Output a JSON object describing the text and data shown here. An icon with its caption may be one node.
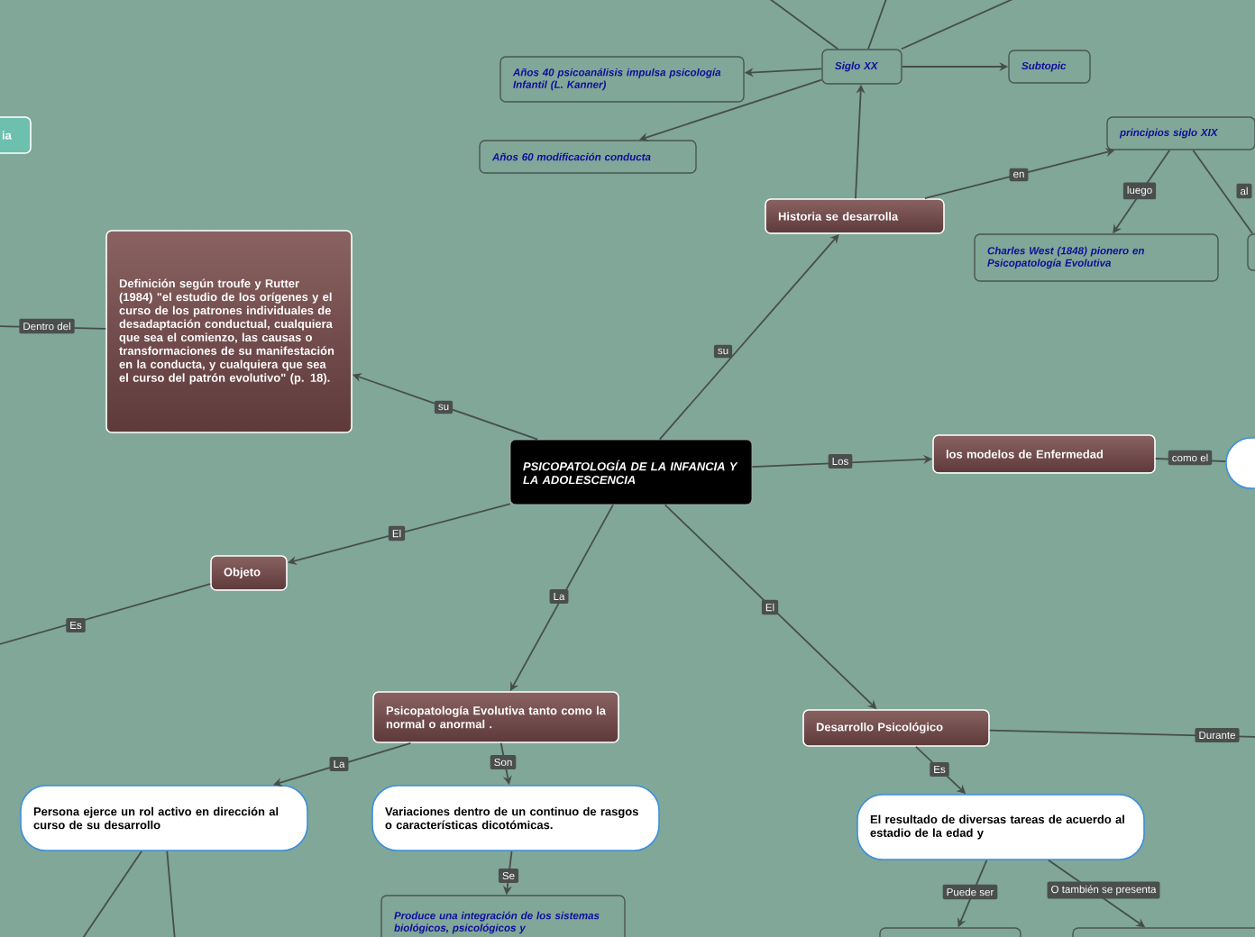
{
  "diagram": {
    "nodes": [
      {
        "text": [
          "PSICOPATOLOGÍA DE LA INFANCIA Y LA ADOLESCENCIA"
        ]
      },
      {
        "text": [
          "Definición según troufe y Rutter (1984)  \"el estudio de los orígenes y el curso de los patrones individuales de desadaptación conductual, cualquiera que sea el comienzo, las causas o transformaciones de su manifestación en la conducta, y cualquiera que sea el curso del patrón evolutivo\" (p. 18)."
        ]
      },
      {
        "text": [
          "Historia se desarrolla"
        ]
      },
      {
        "text": [
          "Siglo XX"
        ]
      },
      {
        "text": [
          "Años 40 psicoanálisis impulsa psicología Infantil (L. Kanner)"
        ]
      },
      {
        "text": [
          "Años 60 modificación conducta"
        ]
      },
      {
        "text": [
          "Subtopic"
        ]
      },
      {
        "text": [
          "principios siglo XIX"
        ]
      },
      {
        "text": [
          "Charles West (1848) pionero en Psicopatología Evolutiva"
        ]
      },
      {
        "text": [],
        "shape": "box"
      },
      {
        "text": [
          "los modelos de Enfermedad"
        ]
      },
      {
        "text": [],
        "shape": "box"
      },
      {
        "text": [
          "Objeto"
        ]
      },
      {
        "text": [
          "Psicopatología Evolutiva tanto como la normal o anormal ."
        ]
      },
      {
        "text": [
          "Persona ejerce un rol activo en dirección al curso de su desarrollo"
        ]
      },
      {
        "text": [
          "Variaciones dentro de un continuo de rasgos o características dicotómicas."
        ]
      },
      {
        "text": [
          "Produce una integración de los sistemas biológicos, psicológicos y"
        ]
      },
      {
        "text": [
          "Desarrollo Psicológico"
        ]
      },
      {
        "text": [
          "El resultado de diversas tareas de acuerdo al estadio de la edad y"
        ]
      },
      {
        "text": [],
        "shape": "box"
      },
      {
        "text": [],
        "shape": "box"
      },
      {
        "text": [
          "ia"
        ]
      }
    ],
    "edges": [
      {
        "from": 0,
        "to": 1,
        "arrow": "to",
        "label": "su"
      },
      {
        "from": 0,
        "to": 2,
        "arrow": "to",
        "label": "su"
      },
      {
        "from": 2,
        "to": 3,
        "arrow": "to"
      },
      {
        "from": 3,
        "to": 4,
        "arrow": "to"
      },
      {
        "from": 3,
        "to": 5,
        "arrow": "to"
      },
      {
        "from": 3,
        "to": 6,
        "arrow": "to"
      },
      {
        "from": 3,
        "to": null,
        "arrow": "none"
      },
      {
        "from": 3,
        "to": null,
        "arrow": "none"
      },
      {
        "from": 3,
        "to": null,
        "arrow": "none"
      },
      {
        "from": 2,
        "to": 7,
        "arrow": "to",
        "label": "en"
      },
      {
        "from": 7,
        "to": 8,
        "arrow": "to",
        "label": "luego"
      },
      {
        "from": 7,
        "to": 9,
        "arrow": "none",
        "label": "al"
      },
      {
        "from": 0,
        "to": 10,
        "arrow": "to",
        "label": "Los"
      },
      {
        "from": 10,
        "to": 11,
        "arrow": "none",
        "label": "como el"
      },
      {
        "from": 0,
        "to": 12,
        "arrow": "to",
        "label": "El"
      },
      {
        "from": 12,
        "to": null,
        "arrow": "none",
        "label": "Es"
      },
      {
        "from": 1,
        "to": null,
        "arrow": "none",
        "label": "Dentro del"
      },
      {
        "from": 0,
        "to": 13,
        "arrow": "to",
        "label": "La"
      },
      {
        "from": 13,
        "to": 14,
        "arrow": "to",
        "label": "La"
      },
      {
        "from": 13,
        "to": 15,
        "arrow": "to",
        "label": "Son"
      },
      {
        "from": 15,
        "to": 16,
        "arrow": "to",
        "label": "Se"
      },
      {
        "from": 0,
        "to": 17,
        "arrow": "to",
        "label": "El"
      },
      {
        "from": 17,
        "to": 18,
        "arrow": "to",
        "label": "Es"
      },
      {
        "from": 17,
        "to": null,
        "arrow": "none",
        "label": "Durante"
      },
      {
        "from": 18,
        "to": 19,
        "arrow": "to",
        "label": "Puede ser"
      },
      {
        "from": 18,
        "to": 20,
        "arrow": "to",
        "label": "O también se presenta"
      },
      {
        "from": 14,
        "to": null,
        "arrow": "none"
      },
      {
        "from": 14,
        "to": null,
        "arrow": "none"
      }
    ]
  }
}
